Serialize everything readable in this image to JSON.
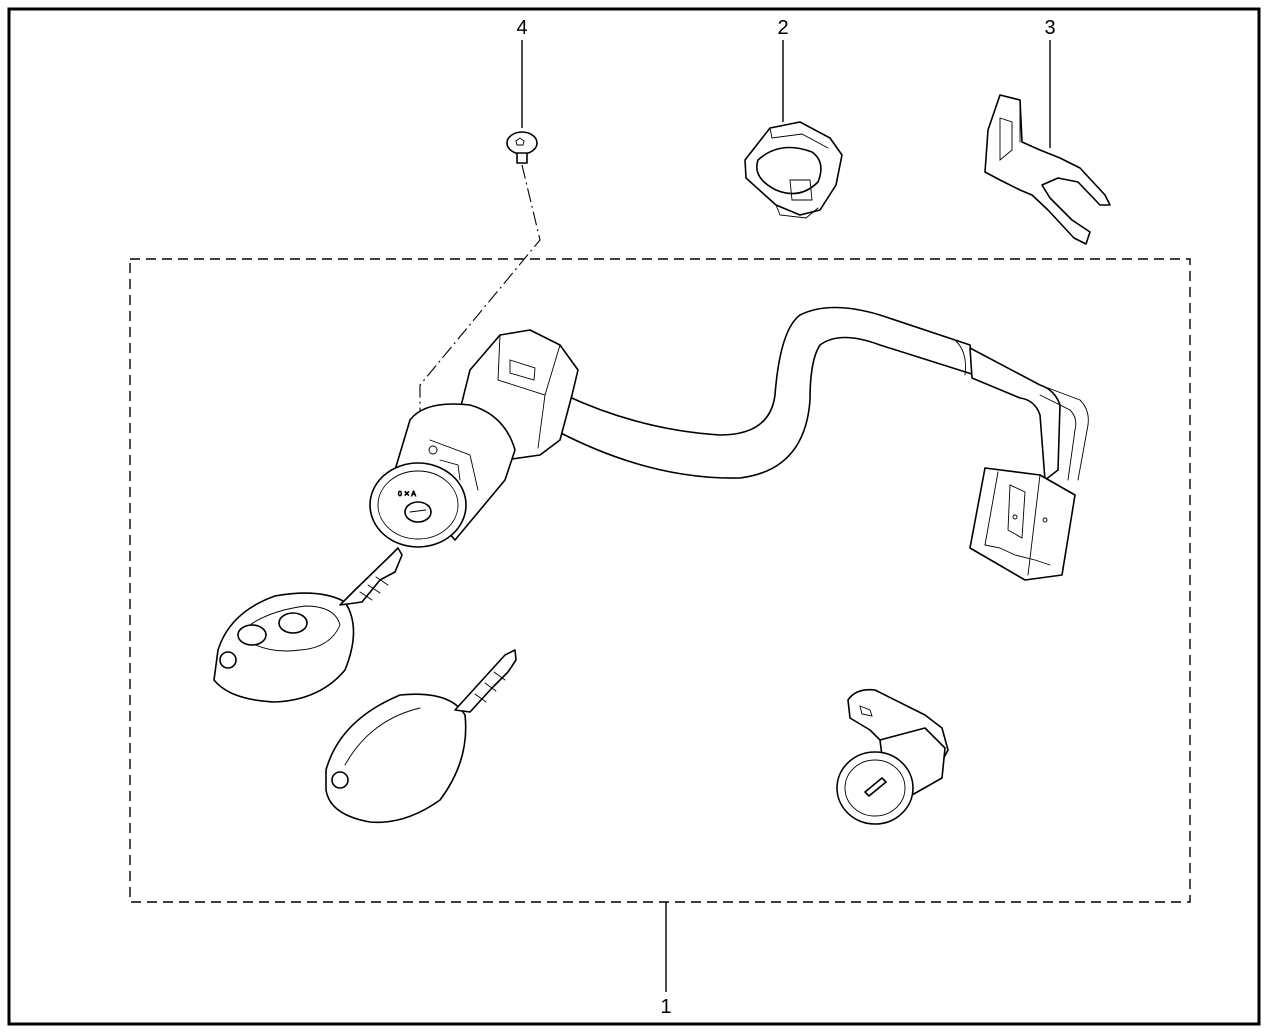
{
  "diagram": {
    "callouts": [
      {
        "id": "1",
        "label": "1",
        "part": "ignition-lock-kit"
      },
      {
        "id": "2",
        "label": "2",
        "part": "clip"
      },
      {
        "id": "3",
        "label": "3",
        "part": "bracket"
      },
      {
        "id": "4",
        "label": "4",
        "part": "screw"
      }
    ],
    "colors": {
      "line": "#000000",
      "background": "#ffffff"
    }
  }
}
